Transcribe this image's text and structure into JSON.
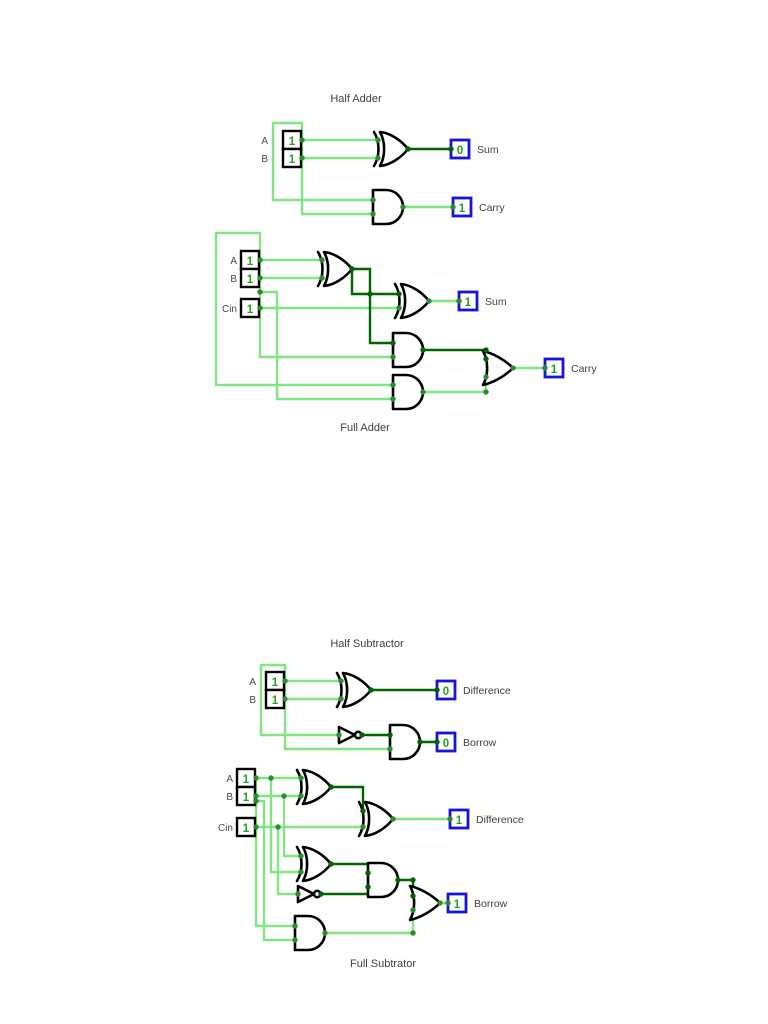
{
  "colors": {
    "wire_high": "#81e681",
    "wire_low": "#006400",
    "gate_stroke": "#000000",
    "output_box_border": "#1414dc",
    "value_text": "#26a026",
    "label_text": "#3f3f3f"
  },
  "circuits": {
    "half_adder": {
      "title": "Half Adder",
      "inputs": [
        {
          "label": "A",
          "value": "1"
        },
        {
          "label": "B",
          "value": "1"
        }
      ],
      "outputs": [
        {
          "label": "Sum",
          "value": "0"
        },
        {
          "label": "Carry",
          "value": "1"
        }
      ]
    },
    "full_adder": {
      "title": "Full Adder",
      "inputs": [
        {
          "label": "A",
          "value": "1"
        },
        {
          "label": "B",
          "value": "1"
        },
        {
          "label": "Cin",
          "value": "1"
        }
      ],
      "outputs": [
        {
          "label": "Sum",
          "value": "1"
        },
        {
          "label": "Carry",
          "value": "1"
        }
      ]
    },
    "half_subtractor": {
      "title": "Half Subtractor",
      "inputs": [
        {
          "label": "A",
          "value": "1"
        },
        {
          "label": "B",
          "value": "1"
        }
      ],
      "outputs": [
        {
          "label": "Difference",
          "value": "0"
        },
        {
          "label": "Borrow",
          "value": "0"
        }
      ]
    },
    "full_subtractor": {
      "title": "Full Subtrator",
      "inputs": [
        {
          "label": "A",
          "value": "1"
        },
        {
          "label": "B",
          "value": "1"
        },
        {
          "label": "Cin",
          "value": "1"
        }
      ],
      "outputs": [
        {
          "label": "Difference",
          "value": "1"
        },
        {
          "label": "Borrow",
          "value": "1"
        }
      ]
    }
  }
}
